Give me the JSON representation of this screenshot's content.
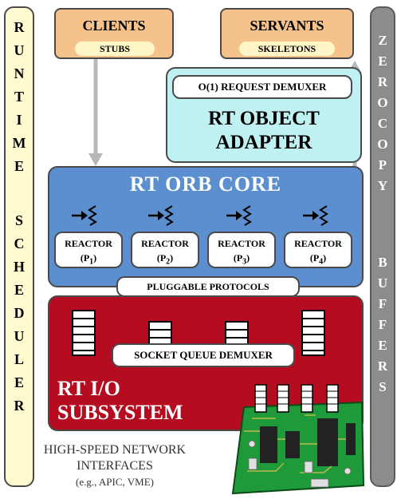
{
  "scheduler": {
    "letters_top": [
      "R",
      "U",
      "N",
      "T",
      "I",
      "M",
      "E"
    ],
    "letters_bottom": [
      "S",
      "C",
      "H",
      "E",
      "D",
      "U",
      "L",
      "E",
      "R"
    ]
  },
  "buffers": {
    "letters_top": [
      "Z",
      "E",
      "R",
      "O",
      "C",
      "O",
      "P",
      "Y"
    ],
    "letters_bottom": [
      "B",
      "U",
      "F",
      "F",
      "E",
      "R",
      "S"
    ]
  },
  "clients": {
    "title": "CLIENTS",
    "sub": "STUBS"
  },
  "servants": {
    "title": "SERVANTS",
    "sub": "SKELETONS"
  },
  "adapter": {
    "demuxer": "O(1) REQUEST DEMUXER",
    "title_line1": "RT OBJECT",
    "title_line2": "ADAPTER"
  },
  "orb": {
    "title": "RT ORB CORE",
    "reactors": [
      {
        "label": "REACTOR",
        "sub": "(P",
        "index": "1"
      },
      {
        "label": "REACTOR",
        "sub": "(P",
        "index": "2"
      },
      {
        "label": "REACTOR",
        "sub": "(P",
        "index": "3"
      },
      {
        "label": "REACTOR",
        "sub": "(P",
        "index": "4"
      }
    ],
    "protocols": "PLUGGABLE PROTOCOLS"
  },
  "io": {
    "demuxer": "SOCKET QUEUE DEMUXER",
    "title_line1": "RT I/O",
    "title_line2": "SUBSYSTEM"
  },
  "network": {
    "line1": "HIGH-SPEED NETWORK",
    "line2": "INTERFACES",
    "line3": "(e.g., APIC, VME)"
  },
  "colors": {
    "clients": "#f5c28b",
    "adapter": "#bff0f2",
    "orb": "#5b8fcf",
    "io": "#b50d1f",
    "scheduler": "#fffad0",
    "buffers": "#8c8c8c",
    "board": "#1f9a3a"
  }
}
